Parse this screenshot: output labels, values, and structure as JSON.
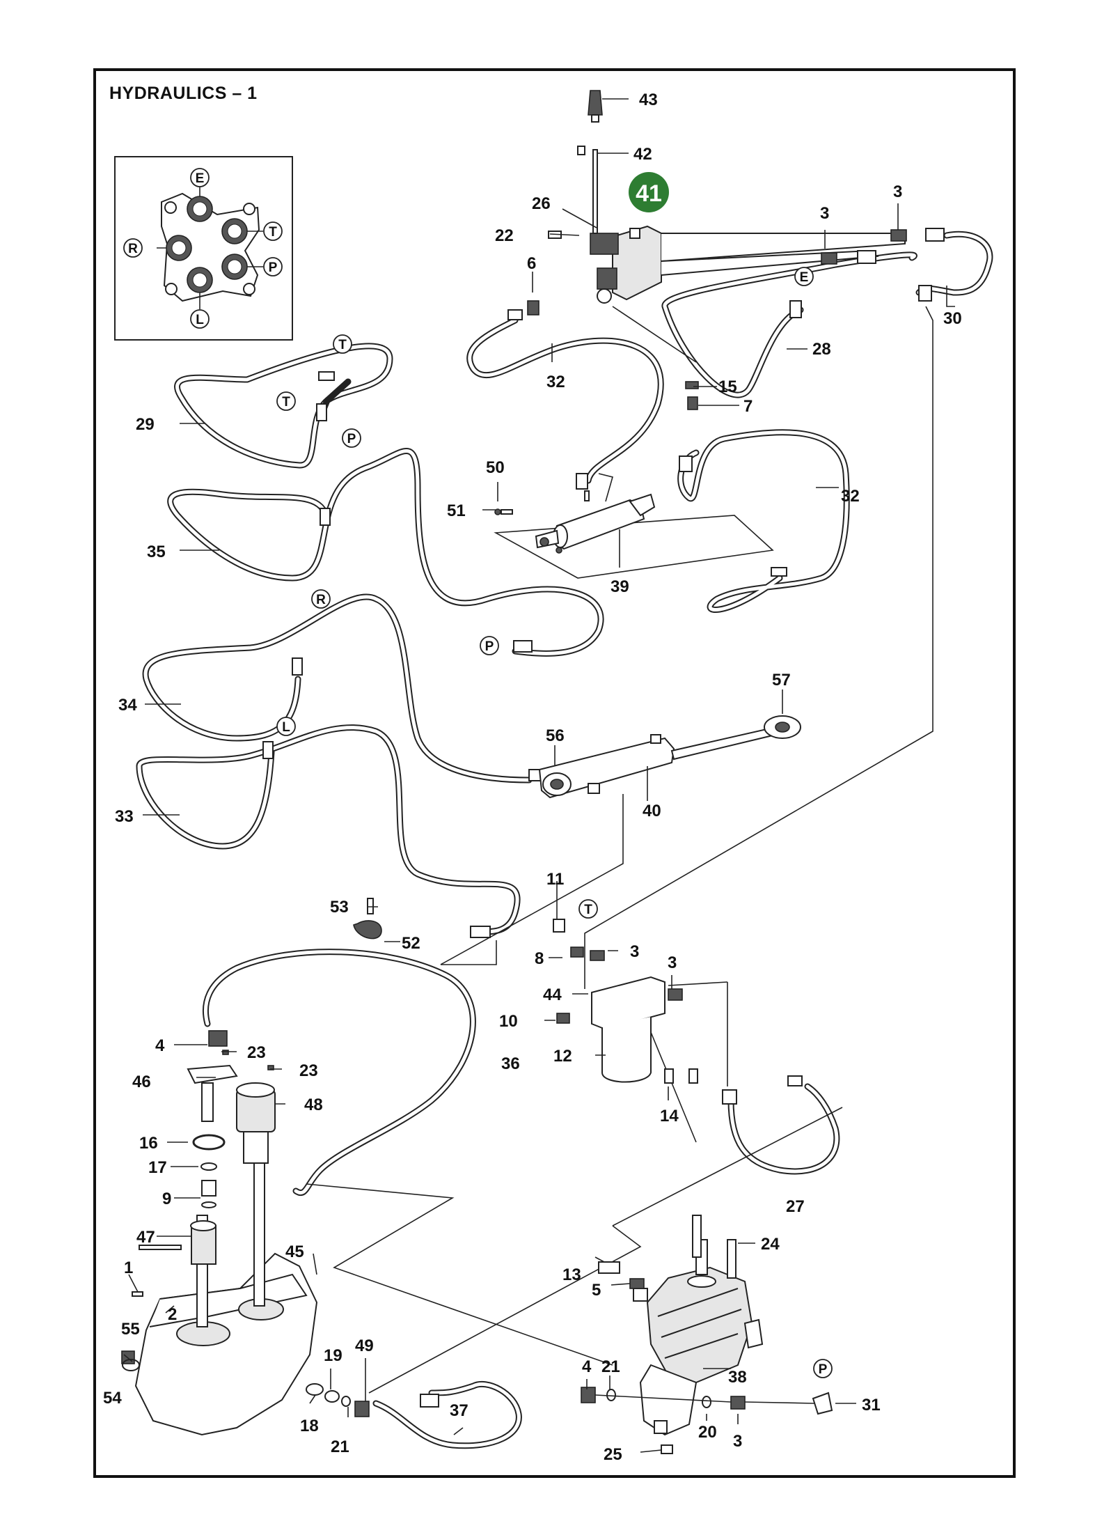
{
  "title": "HYDRAULICS – 1",
  "highlight": {
    "label": "41",
    "color": "#2e7d32"
  },
  "ports": [
    "E",
    "T",
    "R",
    "P",
    "L"
  ],
  "inset_ports": {
    "top": "E",
    "right_upper": "T",
    "left": "R",
    "right_lower": "P",
    "bottom": "L"
  },
  "port_tags": {
    "t1": "T",
    "t2": "T",
    "p1": "P",
    "p2": "P",
    "r1": "R",
    "l1": "L",
    "e1": "E",
    "t3": "T",
    "p3": "P"
  },
  "part_labels": {
    "p43": "43",
    "p42": "42",
    "p26": "26",
    "p22": "22",
    "p6": "6",
    "p3a": "3",
    "p3b": "3",
    "p30": "30",
    "p28": "28",
    "p32a": "32",
    "p15": "15",
    "p7": "7",
    "p29": "29",
    "p50": "50",
    "p51": "51",
    "p32b": "32",
    "p39": "39",
    "p35": "35",
    "p34": "34",
    "p57": "57",
    "p56": "56",
    "p33": "33",
    "p40": "40",
    "p53": "53",
    "p52": "52",
    "p11": "11",
    "p8": "8",
    "p3c": "3",
    "p3d": "3",
    "p44": "44",
    "p10": "10",
    "p12": "12",
    "p14": "14",
    "p4a": "4",
    "p23a": "23",
    "p23b": "23",
    "p36": "36",
    "p46": "46",
    "p48": "48",
    "p16": "16",
    "p17": "17",
    "p9": "9",
    "p47": "47",
    "p45": "45",
    "p27": "27",
    "p1": "1",
    "p2": "2",
    "p24": "24",
    "p13": "13",
    "p5": "5",
    "p55": "55",
    "p19": "19",
    "p49": "49",
    "p54": "54",
    "p18": "18",
    "p21a": "21",
    "p21b": "21",
    "p4b": "4",
    "p38": "38",
    "p37": "37",
    "p31": "31",
    "p20": "20",
    "p3e": "3",
    "p25": "25"
  }
}
